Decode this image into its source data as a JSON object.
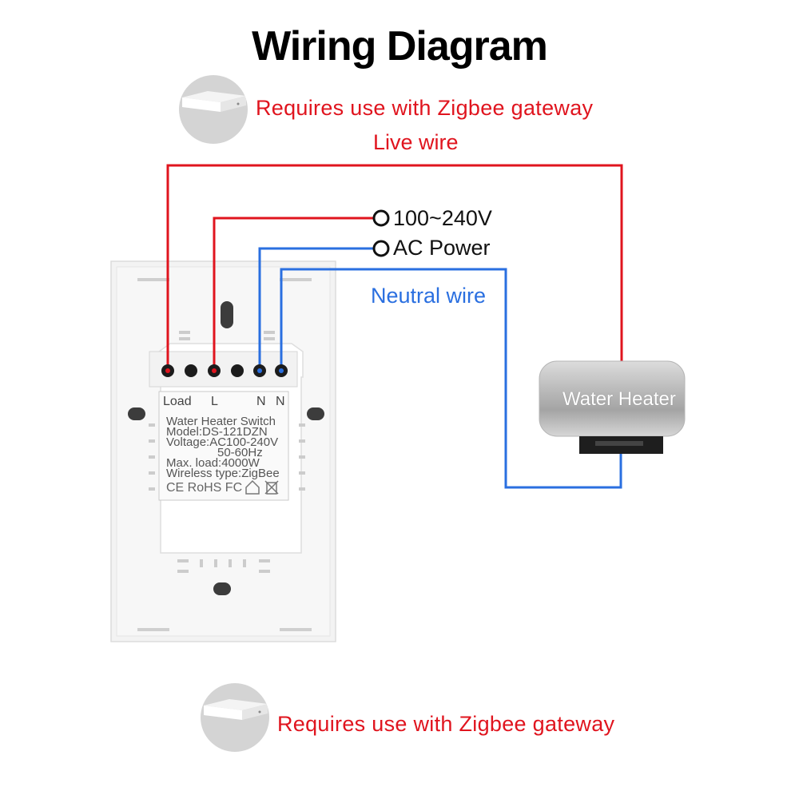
{
  "title": "Wiring Diagram",
  "gateway_note_top": "Requires use with Zigbee gateway",
  "gateway_note_bottom": "Requires use with Zigbee gateway",
  "live_wire_label": "Live wire",
  "neutral_wire_label": "Neutral wire",
  "power": {
    "voltage": "100~240V",
    "type": "AC Power"
  },
  "terminals": {
    "load": "Load",
    "live": "L",
    "neutral_1": "N",
    "neutral_2": "N"
  },
  "switch_label": {
    "line1": "Water Heater Switch",
    "line2": "Model:DS-121DZN",
    "line3": "Voltage:AC100-240V",
    "line4": "50-60Hz",
    "line5": "Max. load:4000W",
    "line6": "Wireless type:ZigBee",
    "certs": "CE RoHS FC"
  },
  "appliance": {
    "name": "Water Heater"
  },
  "colors": {
    "live": "#e0141e",
    "neutral": "#2a6fe0"
  }
}
